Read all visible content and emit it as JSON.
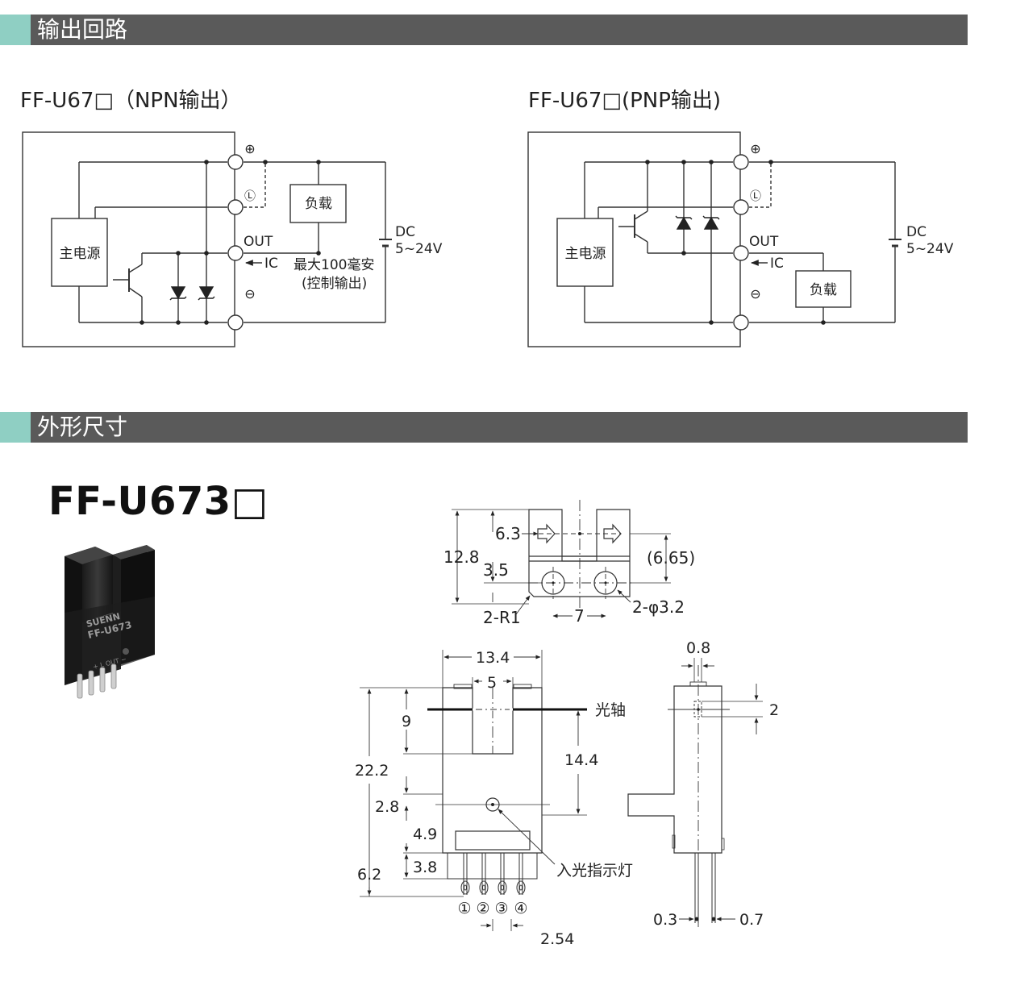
{
  "sections": {
    "circuit": {
      "title": "输出回路"
    },
    "dimensions": {
      "title": "外形尺寸"
    }
  },
  "npn": {
    "title": "FF-U67□（NPN输出）",
    "main_power": "主电源",
    "plus": "⊕",
    "l": "Ⓛ",
    "out": "OUT",
    "minus": "⊖",
    "ic": "IC",
    "load": "负载",
    "dc": "DC",
    "voltage": "5~24V",
    "max_current": "最大100毫安",
    "control_output": "(控制输出)"
  },
  "pnp": {
    "title": "FF-U67□(PNP输出)",
    "main_power": "主电源",
    "plus": "⊕",
    "l": "Ⓛ",
    "out": "OUT",
    "minus": "⊖",
    "ic": "IC",
    "load": "负载",
    "dc": "DC",
    "voltage": "5~24V"
  },
  "product": {
    "model": "FF-U673□",
    "photo_brand": "SUENN",
    "photo_model": "FF-U673",
    "photo_pins": "+ L OUT −"
  },
  "top_view": {
    "d12_8": "12.8",
    "d6_3": "6.3",
    "d3_5": "3.5",
    "d6_65": "(6.65)",
    "r1": "2-R1",
    "d7": "7",
    "hole": "2-φ3.2"
  },
  "front_view": {
    "d13_4": "13.4",
    "d5": "5",
    "optical_axis": "光轴",
    "d9": "9",
    "d14_4": "14.4",
    "d22_2": "22.2",
    "d2_8": "2.8",
    "d4_9": "4.9",
    "d3_8": "3.8",
    "d6_2": "6.2",
    "indicator": "入光指示灯",
    "pins": [
      "①",
      "②",
      "③",
      "④"
    ],
    "pitch": "2.54"
  },
  "side_view": {
    "d0_8": "0.8",
    "d2": "2",
    "d0_3": "0.3",
    "d0_7": "0.7"
  }
}
